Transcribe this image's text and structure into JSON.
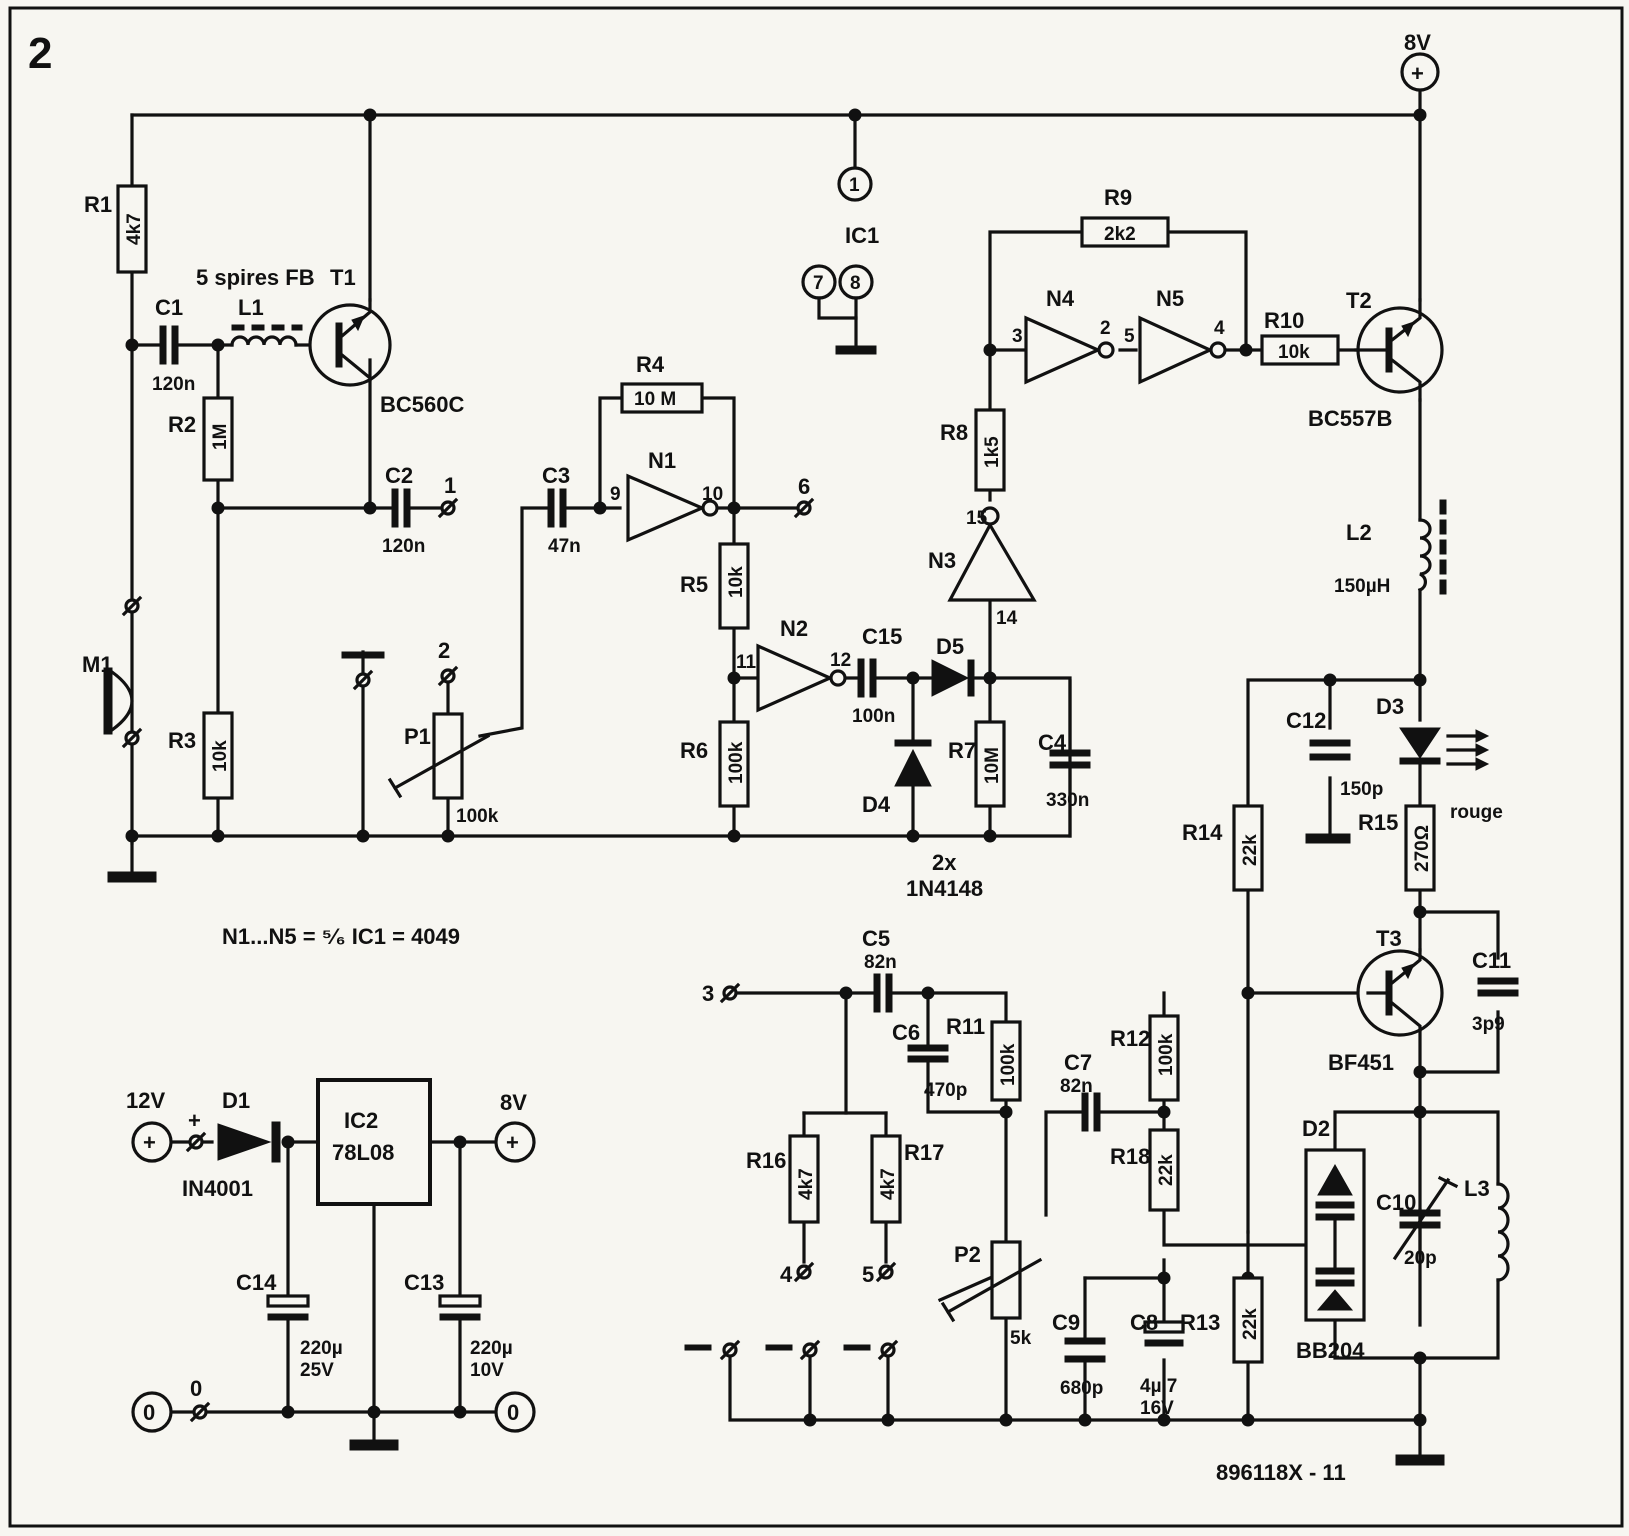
{
  "figure_number": "2",
  "figure_code": "896118X - 11",
  "ic_note": "N1...N5 = ⁵⁄₆ IC1 = 4049",
  "supply": {
    "main": "8V",
    "input": "12V",
    "input_plus": "+",
    "regulated": "8V",
    "zero": "0",
    "plus_sign": "+",
    "zero_sign": "0"
  },
  "ic1": {
    "name": "IC1",
    "pin_vdd": "1",
    "pin_a": "7",
    "pin_b": "8"
  },
  "ic2": {
    "name": "IC2",
    "type": "78L08"
  },
  "resistors": {
    "R1": {
      "name": "R1",
      "value": "4k7"
    },
    "R2": {
      "name": "R2",
      "value": "1M"
    },
    "R3": {
      "name": "R3",
      "value": "10k"
    },
    "R4": {
      "name": "R4",
      "value": "10 M"
    },
    "R5": {
      "name": "R5",
      "value": "10k"
    },
    "R6": {
      "name": "R6",
      "value": "100k"
    },
    "R7": {
      "name": "R7",
      "value": "10M"
    },
    "R8": {
      "name": "R8",
      "value": "1k5"
    },
    "R9": {
      "name": "R9",
      "value": "2k2"
    },
    "R10": {
      "name": "R10",
      "value": "10k"
    },
    "R11": {
      "name": "R11",
      "value": "100k"
    },
    "R12": {
      "name": "R12",
      "value": "100k"
    },
    "R13": {
      "name": "R13",
      "value": "22k"
    },
    "R14": {
      "name": "R14",
      "value": "22k"
    },
    "R15": {
      "name": "R15",
      "value": "270Ω"
    },
    "R16": {
      "name": "R16",
      "value": "4k7"
    },
    "R17": {
      "name": "R17",
      "value": "4k7"
    },
    "R18": {
      "name": "R18",
      "value": "22k"
    }
  },
  "capacitors": {
    "C1": {
      "name": "C1",
      "value": "120n"
    },
    "C2": {
      "name": "C2",
      "value": "120n"
    },
    "C3": {
      "name": "C3",
      "value": "47n"
    },
    "C4": {
      "name": "C4",
      "value": "330n"
    },
    "C5": {
      "name": "C5",
      "value": "82n"
    },
    "C6": {
      "name": "C6",
      "value": "470p"
    },
    "C7": {
      "name": "C7",
      "value": "82n"
    },
    "C8": {
      "name": "C8",
      "value": "4µ 7",
      "v2": "16V"
    },
    "C9": {
      "name": "C9",
      "value": "680p"
    },
    "C10": {
      "name": "C10",
      "value": "20p"
    },
    "C11": {
      "name": "C11",
      "value": "3p9"
    },
    "C12": {
      "name": "C12",
      "value": "150p"
    },
    "C13": {
      "name": "C13",
      "value": "220µ",
      "v2": "10V"
    },
    "C14": {
      "name": "C14",
      "value": "220µ",
      "v2": "25V"
    },
    "C15": {
      "name": "C15",
      "value": "100n"
    }
  },
  "transistors": {
    "T1": {
      "name": "T1",
      "type": "BC560C"
    },
    "T2": {
      "name": "T2",
      "type": "BC557B"
    },
    "T3": {
      "name": "T3",
      "type": "BF451"
    }
  },
  "diodes": {
    "D1": {
      "name": "D1",
      "type": "IN4001"
    },
    "D2": {
      "name": "D2",
      "type": "BB204"
    },
    "D3": {
      "name": "D3",
      "note": "rouge"
    },
    "D4": {
      "name": "D4"
    },
    "D5": {
      "name": "D5"
    },
    "d45_note1": "2x",
    "d45_note2": "1N4148"
  },
  "inductors": {
    "L1": {
      "name": "L1",
      "note": "5 spires FB"
    },
    "L2": {
      "name": "L2",
      "value": "150µH"
    },
    "L3": {
      "name": "L3"
    }
  },
  "pots": {
    "P1": {
      "name": "P1",
      "value": "100k"
    },
    "P2": {
      "name": "P2",
      "value": "5k"
    }
  },
  "mic": {
    "name": "M1"
  },
  "gates": {
    "N1": {
      "name": "N1",
      "in": "9",
      "out": "10"
    },
    "N2": {
      "name": "N2",
      "in": "11",
      "out": "12"
    },
    "N3": {
      "name": "N3",
      "in": "14",
      "out": "15"
    },
    "N4": {
      "name": "N4",
      "in": "3",
      "out": "2"
    },
    "N5": {
      "name": "N5",
      "in": "5",
      "out": "4"
    }
  },
  "terminals": {
    "t1": "1",
    "t2": "2",
    "t3": "3",
    "t4": "4",
    "t5": "5",
    "t6": "6"
  }
}
